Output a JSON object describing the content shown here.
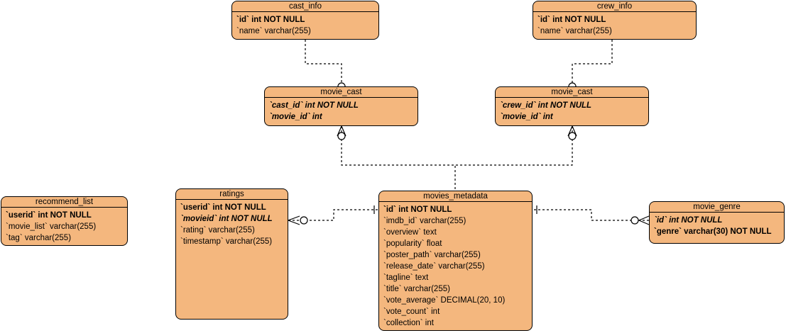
{
  "tables": {
    "cast_info": {
      "name": "cast_info",
      "fields": [
        "`id` int NOT NULL",
        "`name` varchar(255)"
      ]
    },
    "crew_info": {
      "name": "crew_info",
      "fields": [
        "`id` int NOT NULL",
        "`name` varchar(255)"
      ]
    },
    "movie_cast": {
      "name": "movie_cast",
      "fields": [
        "`cast_id` int NOT NULL",
        "`movie_id` int"
      ]
    },
    "movie_crew": {
      "name": "movie_cast",
      "fields": [
        "`crew_id` int NOT NULL",
        "`movie_id` int"
      ]
    },
    "recommend_list": {
      "name": "recommend_list",
      "fields": [
        "`userid` int NOT NULL",
        "`movie_list` varchar(255)",
        "`tag` varchar(255)"
      ]
    },
    "ratings": {
      "name": "ratings",
      "fields": [
        "`userid` int NOT NULL",
        "`movieid` int NOT NULL",
        "`rating` varchar(255)",
        "`timestamp` varchar(255)"
      ]
    },
    "movies_metadata": {
      "name": "movies_metadata",
      "fields": [
        "`id` int NOT NULL",
        "`imdb_id` varchar(255)",
        "`overview` text",
        "`popularity` float",
        "`poster_path` varchar(255)",
        "`release_date` varchar(255)",
        "`tagline` text",
        "`title` varchar(255)",
        "`vote_average` DECIMAL(20, 10)",
        "`vote_count` int",
        "`collection` int"
      ]
    },
    "movie_genre": {
      "name": "movie_genre",
      "fields": [
        "`id` int NOT NULL",
        "`genre` varchar(30) NOT NULL"
      ]
    }
  },
  "colors": {
    "entity_fill": "#f4b77e",
    "outline": "#000000"
  }
}
